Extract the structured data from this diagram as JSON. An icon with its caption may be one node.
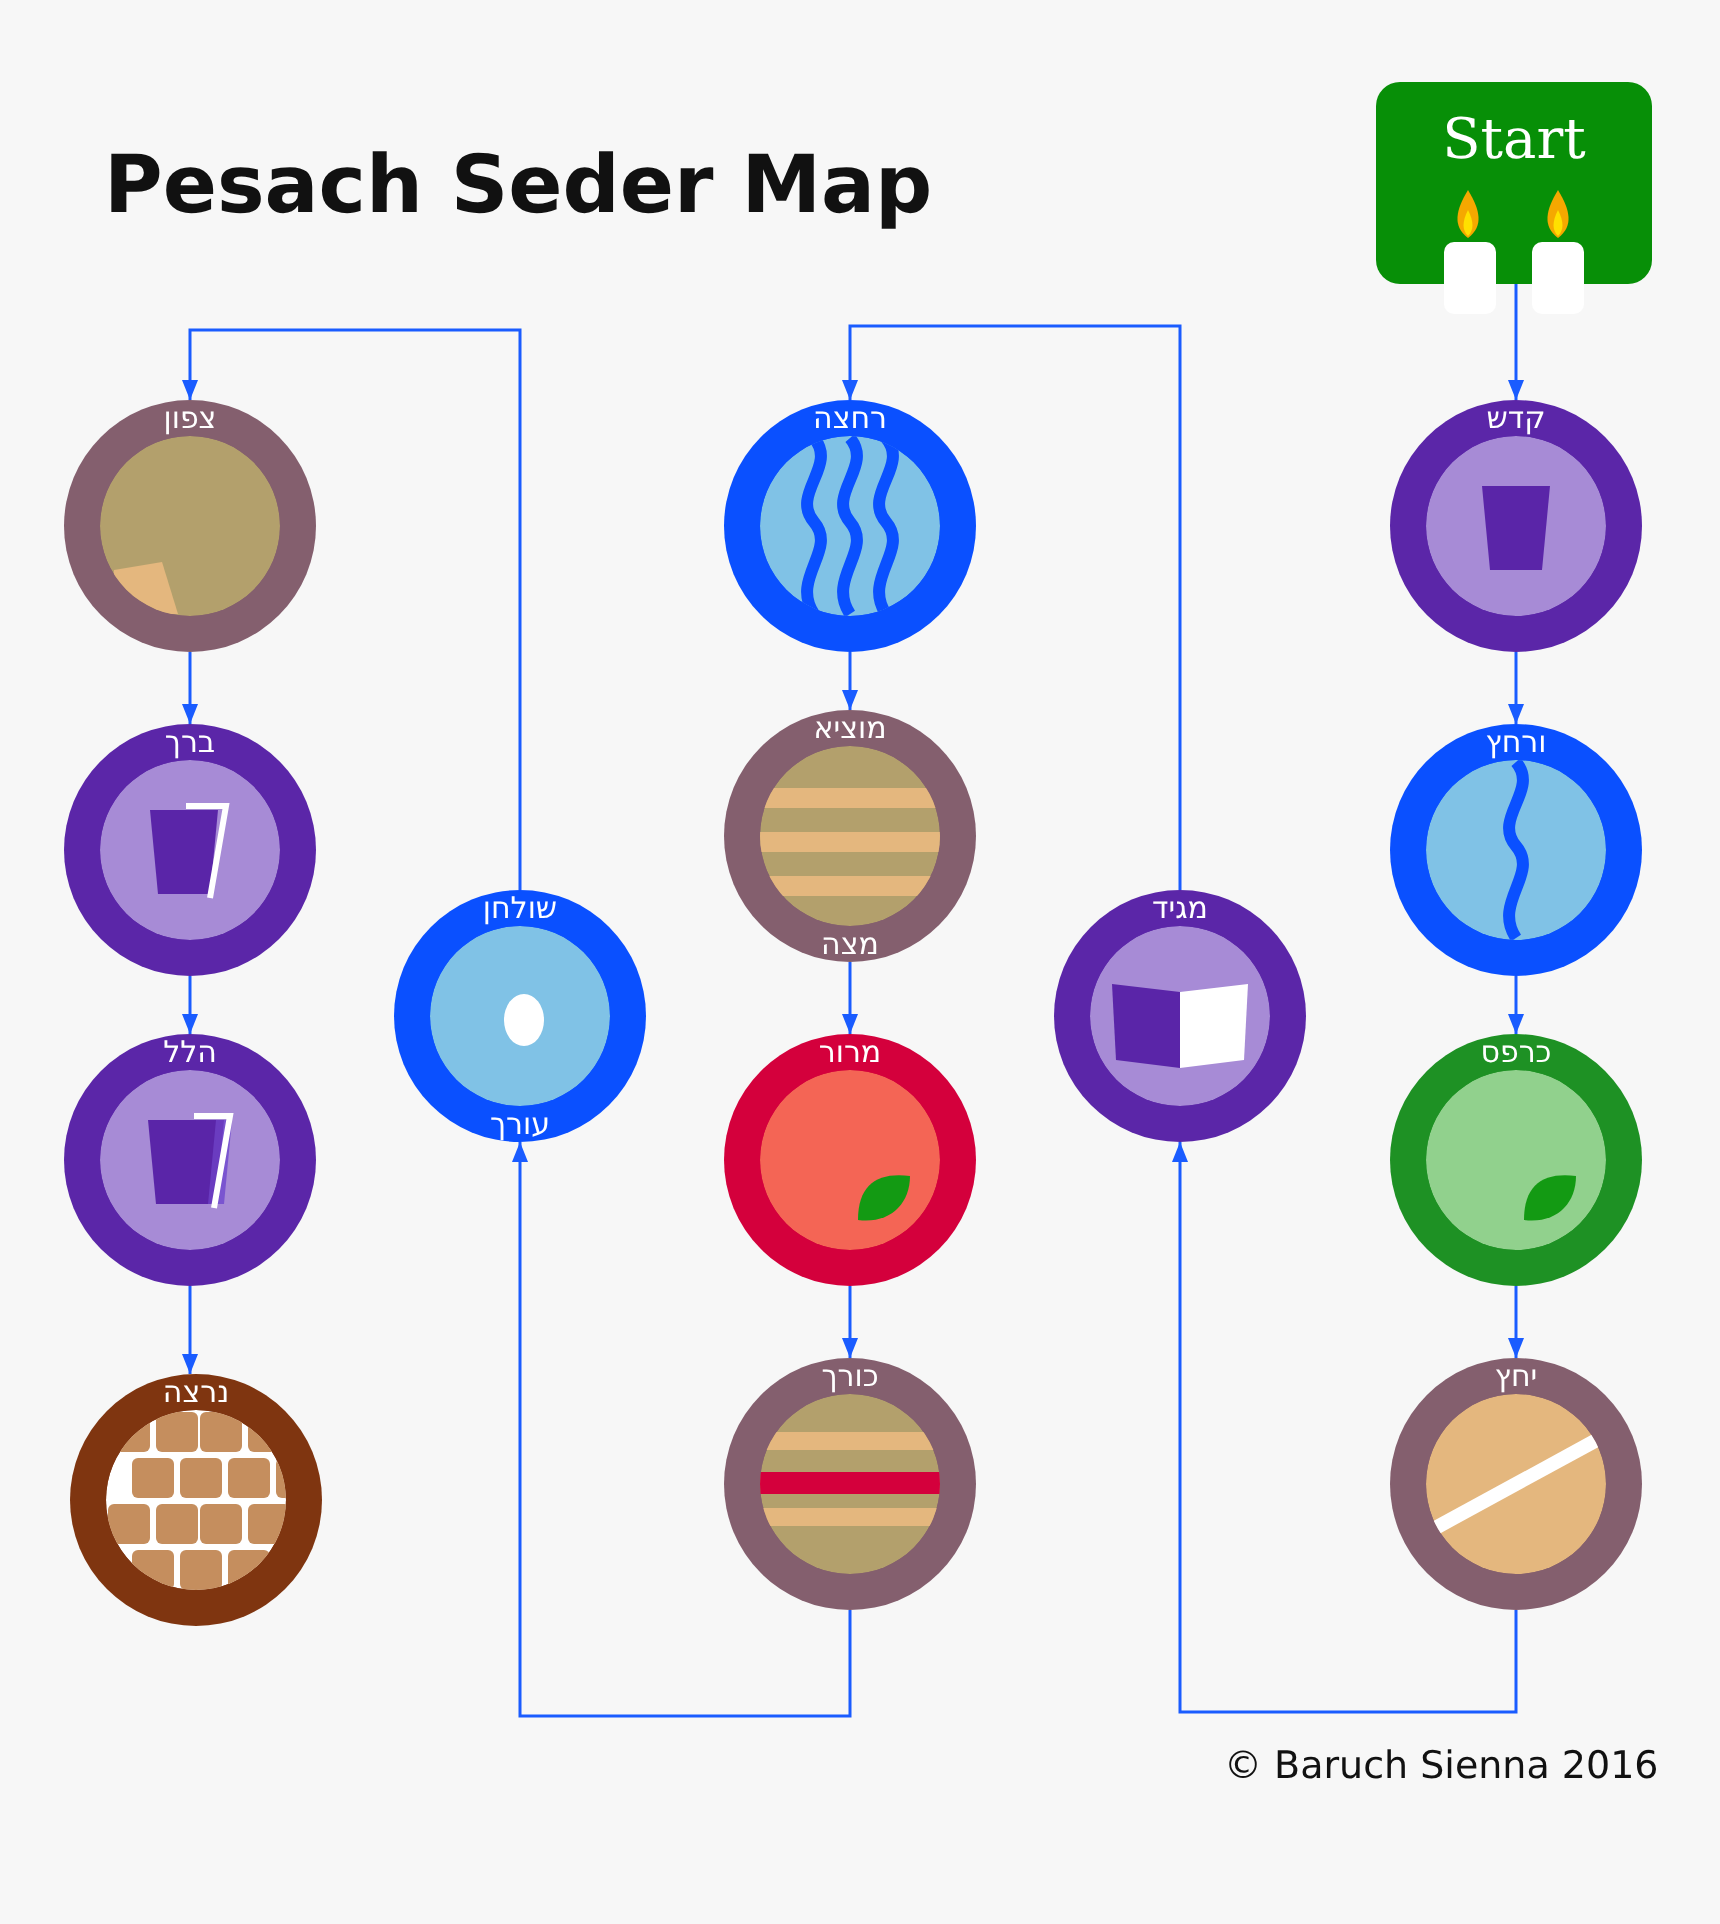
{
  "diagram": {
    "title": "Pesach Seder Map",
    "nodes": [
      {
        "text": [
          "Start"
        ]
      },
      {
        "text": [
          "קדש"
        ]
      },
      {
        "text": [
          "ורחץ"
        ]
      },
      {
        "text": [
          "כרפס"
        ]
      },
      {
        "text": [
          "יחץ"
        ]
      },
      {
        "text": [
          "מגיד"
        ]
      },
      {
        "text": [
          "רחצה"
        ]
      },
      {
        "text": [
          "מוציא",
          "מצה"
        ]
      },
      {
        "text": [
          "מרור"
        ]
      },
      {
        "text": [
          "כורך"
        ]
      },
      {
        "text": [
          "שולחן",
          "עורך"
        ]
      },
      {
        "text": [
          "צפון"
        ]
      },
      {
        "text": [
          "ברך"
        ]
      },
      {
        "text": [
          "הלל"
        ]
      },
      {
        "text": [
          "נרצה"
        ]
      }
    ],
    "edges": [
      {
        "from": 0,
        "to": 1,
        "arrow": "to"
      },
      {
        "from": 1,
        "to": 2,
        "arrow": "to"
      },
      {
        "from": 2,
        "to": 3,
        "arrow": "to"
      },
      {
        "from": 3,
        "to": 4,
        "arrow": "to"
      },
      {
        "from": 4,
        "to": 5,
        "arrow": "to"
      },
      {
        "from": 5,
        "to": 6,
        "arrow": "to"
      },
      {
        "from": 6,
        "to": 7,
        "arrow": "to"
      },
      {
        "from": 7,
        "to": 8,
        "arrow": "to"
      },
      {
        "from": 8,
        "to": 9,
        "arrow": "to"
      },
      {
        "from": 9,
        "to": 10,
        "arrow": "to"
      },
      {
        "from": 10,
        "to": 11,
        "arrow": "to"
      },
      {
        "from": 11,
        "to": 12,
        "arrow": "to"
      },
      {
        "from": 12,
        "to": 13,
        "arrow": "to"
      },
      {
        "from": 13,
        "to": 14,
        "arrow": "to"
      }
    ],
    "labels": [
      "© Baruch Sienna 2016"
    ]
  }
}
